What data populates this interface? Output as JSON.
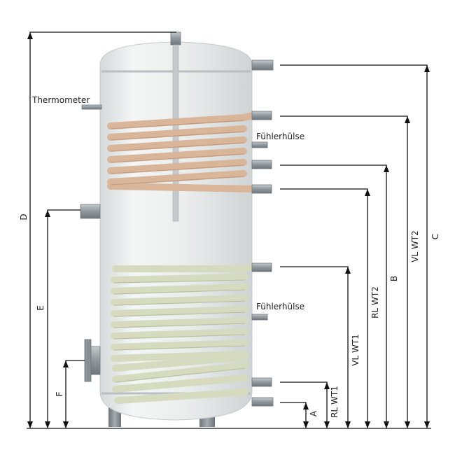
{
  "diagram": {
    "labels": {
      "thermometer": "Thermometer",
      "sensor_upper": "Fühlerhülse",
      "sensor_lower": "Fühlerhülse"
    },
    "dimensions": {
      "a": "A",
      "b": "B",
      "c": "C",
      "d": "D",
      "e": "E",
      "f": "F",
      "rl_wt1": "RL WT1",
      "vl_wt1": "VL WT1",
      "rl_wt2": "RL WT2",
      "vl_wt2": "VL WT2"
    },
    "colors": {
      "tank": "#e9ecec",
      "upper_coil": "#d9b59a",
      "lower_coil": "#d6dbc0",
      "pipe": "#9aa2a8",
      "line": "#111111"
    }
  }
}
